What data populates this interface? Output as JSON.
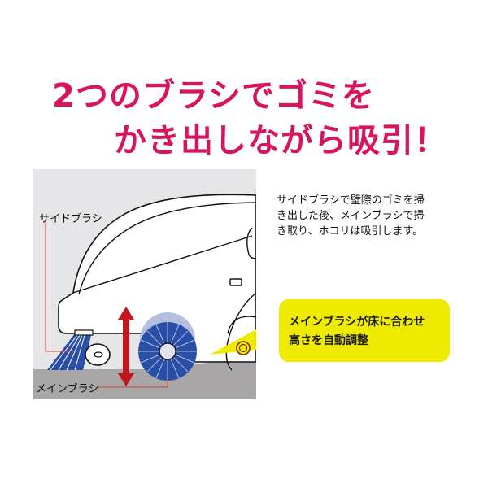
{
  "headline": {
    "line1": "2つのブラシでゴミを",
    "line2": "かき出しながら吸引！",
    "color": "#d8145f"
  },
  "diagram": {
    "labels": {
      "side_brush": "サイドブラシ",
      "main_brush": "メインブラシ"
    },
    "leader_line_color": "#d9452a",
    "brush_color": "#2a4fa8",
    "arrow_color": "#c4161c",
    "panel_color": "#e6e6e8",
    "floor_color": "#a8a6a6"
  },
  "description": {
    "lines": [
      "サイドブラシで壁際のゴミを掃",
      "き出した後、メインブラシで掃",
      "き取り、ホコリは吸引します。"
    ]
  },
  "callout": {
    "lines": [
      "メインブラシが床に合わせ",
      "高さを自動調整"
    ],
    "color": "#eeea00"
  }
}
